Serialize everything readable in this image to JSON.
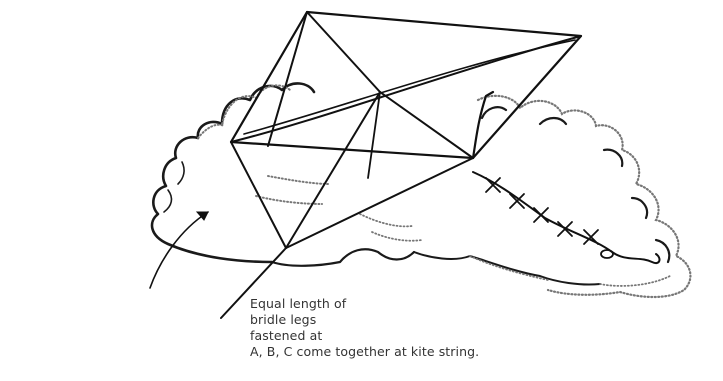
{
  "caption": {
    "lines": [
      "Equal length of",
      "bridle legs",
      "fastened at",
      "A, B, C come together at kite string."
    ]
  }
}
